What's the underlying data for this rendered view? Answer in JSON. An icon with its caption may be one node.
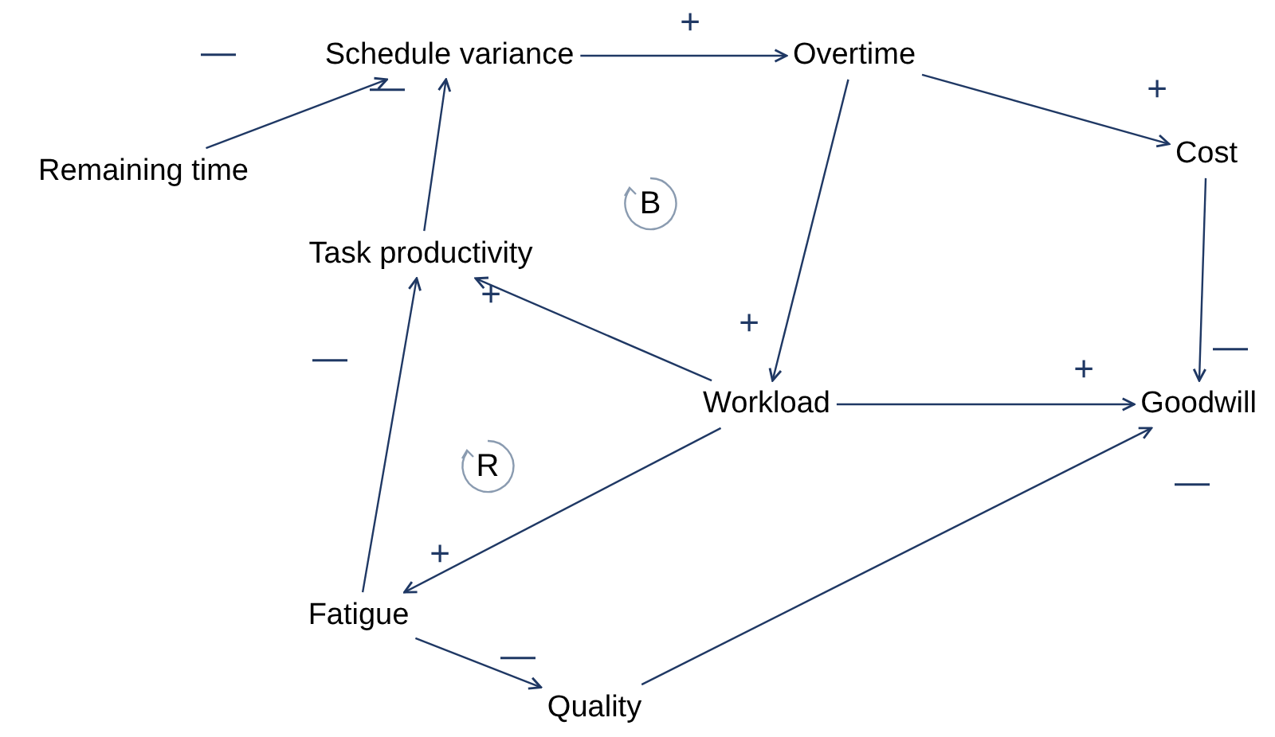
{
  "diagram": {
    "nodes": [
      {
        "text": [
          "Remaining time"
        ]
      },
      {
        "text": [
          "Schedule variance"
        ]
      },
      {
        "text": [
          "Overtime"
        ]
      },
      {
        "text": [
          "Cost"
        ]
      },
      {
        "text": [
          "Task productivity"
        ]
      },
      {
        "text": [
          "Workload"
        ]
      },
      {
        "text": [
          "Goodwill"
        ]
      },
      {
        "text": [
          "Fatigue"
        ]
      },
      {
        "text": [
          "Quality"
        ]
      },
      {
        "text": [
          "B"
        ]
      },
      {
        "text": [
          "R"
        ]
      }
    ],
    "edges": [
      {
        "from": 0,
        "to": 1,
        "arrow": "to",
        "label": "—"
      },
      {
        "from": 1,
        "to": 2,
        "arrow": "to",
        "label": "+"
      },
      {
        "from": 2,
        "to": 3,
        "arrow": "to",
        "label": "+"
      },
      {
        "from": 2,
        "to": 5,
        "arrow": "to",
        "label": "+"
      },
      {
        "from": 3,
        "to": 6,
        "arrow": "to",
        "label": "—"
      },
      {
        "from": 4,
        "to": 1,
        "arrow": "to",
        "label": "—"
      },
      {
        "from": 5,
        "to": 4,
        "arrow": "to",
        "label": "+"
      },
      {
        "from": 5,
        "to": 6,
        "arrow": "to",
        "label": "+"
      },
      {
        "from": 5,
        "to": 7,
        "arrow": "to",
        "label": "+"
      },
      {
        "from": 7,
        "to": 4,
        "arrow": "to",
        "label": "—"
      },
      {
        "from": 7,
        "to": 8,
        "arrow": "to",
        "label": "—"
      },
      {
        "from": 8,
        "to": 6,
        "arrow": "to",
        "label": "—"
      }
    ]
  }
}
